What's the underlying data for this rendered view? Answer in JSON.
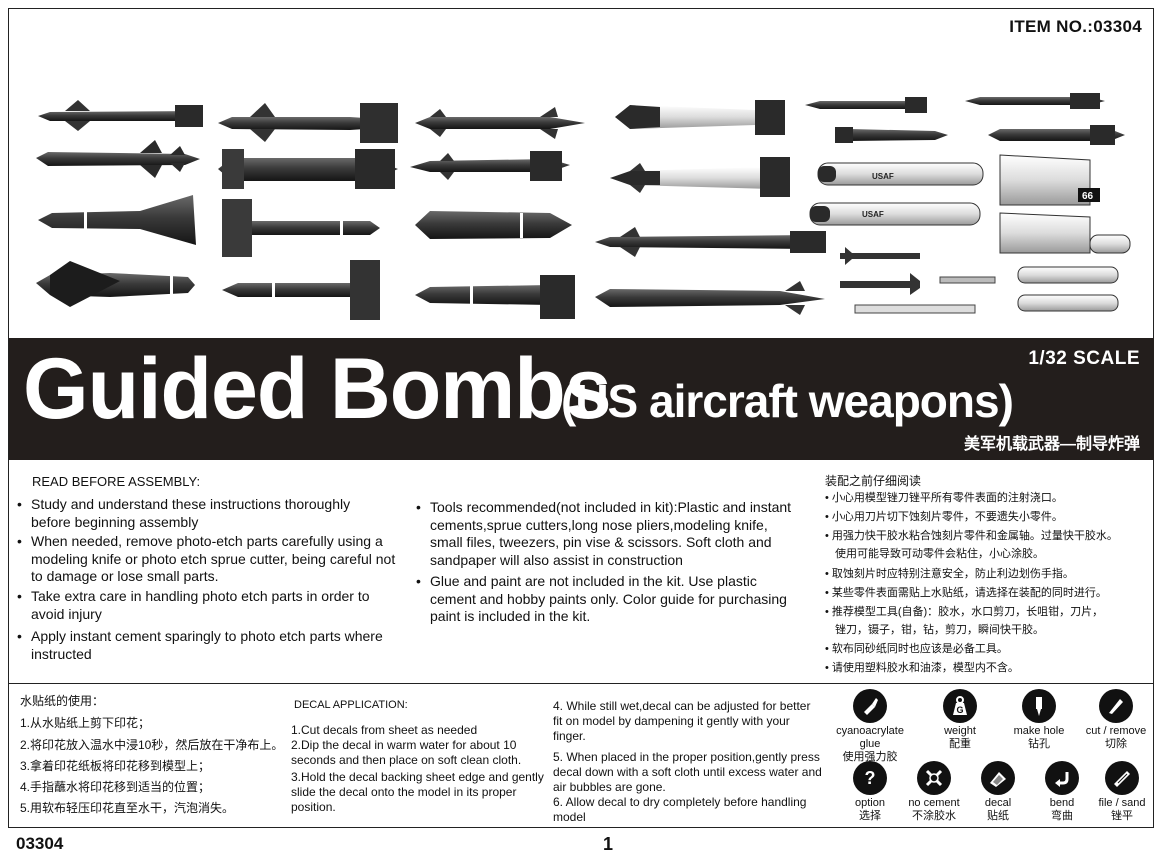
{
  "header": {
    "item_no": "ITEM NO.:03304"
  },
  "banner": {
    "scale": "1/32  SCALE",
    "title": "Guided Bombs",
    "subtitle": "(US aircraft weapons)",
    "cn_title": "美军机载武器—制导炸弹"
  },
  "weapon_labels": {
    "usaf_1": "USAF",
    "usaf_2": "USAF",
    "pod_number": "66"
  },
  "read": {
    "heading": "READ BEFORE ASSEMBLY:",
    "left_bullets": [
      "Study and understand these instructions thoroughly before beginning assembly",
      "When needed, remove photo-etch parts carefully using a modeling knife or photo etch sprue cutter, being careful not to damage or lose small parts.",
      "Take extra care in handling photo etch parts in order to avoid injury",
      "Apply instant cement sparingly to photo etch parts where instructed"
    ],
    "middle_bullets": [
      "Tools recommended(not included in kit):Plastic and instant cements,sprue cutters,long nose pliers,modeling knife, small files, tweezers, pin vise & scissors. Soft cloth and sandpaper will also assist in construction",
      "Glue and paint are not included in the kit. Use plastic cement and hobby paints only. Color guide for purchasing paint is included in the kit."
    ],
    "cn_heading": "装配之前仔细阅读",
    "cn_bullets": [
      "小心用模型锉刀锉平所有零件表面的注射浇口。",
      "小心用刀片切下蚀刻片零件，不要遗失小零件。",
      "用强力快干胶水粘合蚀刻片零件和金属轴。过量快干胶水。",
      "使用可能导致可动零件会粘住，小心涂胶。",
      "取蚀刻片时应特别注意安全，防止利边划伤手指。",
      "某些零件表面需贴上水贴纸，请选择在装配的同时进行。",
      "推荐模型工具(自备)：胶水，水口剪刀，长咀钳，刀片，",
      "锉刀，镊子，钳，钻，剪刀，瞬间快干胶。",
      "软布同砂纸同时也应该是必备工具。",
      "请使用塑料胶水和油漆，模型内不含。"
    ]
  },
  "decal": {
    "cn_heading": "水贴纸的使用：",
    "cn_steps": [
      "1.从水贴纸上剪下印花；",
      "2.将印花放入温水中浸10秒，然后放在干净布上。",
      "3.拿着印花纸板将印花移到模型上；",
      "4.手指蘸水将印花移到适当的位置；",
      "5.用软布轻压印花直至水干，汽泡消失。"
    ],
    "heading": "DECAL APPLICATION:",
    "steps_a": [
      "1.Cut decals from sheet as needed",
      "2.Dip the decal in warm water for about 10 seconds and then place on soft clean cloth.",
      "3.Hold the decal backing sheet edge and gently slide the decal onto the model in its proper position."
    ],
    "steps_b": [
      "4. While still wet,decal can be adjusted for better fit on model by dampening it gently with your finger.",
      "5. When placed in the proper position,gently press decal down with a soft cloth until excess water and air bubbles are gone.",
      "6. Allow decal to dry completely before handling model"
    ]
  },
  "legend": [
    {
      "icon": "glue-tube-icon",
      "label": "cyanoacrylate glue",
      "cn": "使用强力胶"
    },
    {
      "icon": "weight-icon",
      "label": "weight",
      "cn": "配重",
      "glyph": "G"
    },
    {
      "icon": "drill-icon",
      "label": "make hole",
      "cn": "钻孔"
    },
    {
      "icon": "knife-icon",
      "label": "cut / remove",
      "cn": "切除"
    },
    {
      "icon": "question-icon",
      "label": "option",
      "cn": "选择",
      "glyph": "?"
    },
    {
      "icon": "no-cement-icon",
      "label": "no cement",
      "cn": "不涂胶水"
    },
    {
      "icon": "decal-icon",
      "label": "decal",
      "cn": "贴纸"
    },
    {
      "icon": "bend-icon",
      "label": "bend",
      "cn": "弯曲"
    },
    {
      "icon": "file-icon",
      "label": "file / sand",
      "cn": "锉平"
    }
  ],
  "footer": {
    "code": "03304",
    "page": "1"
  }
}
